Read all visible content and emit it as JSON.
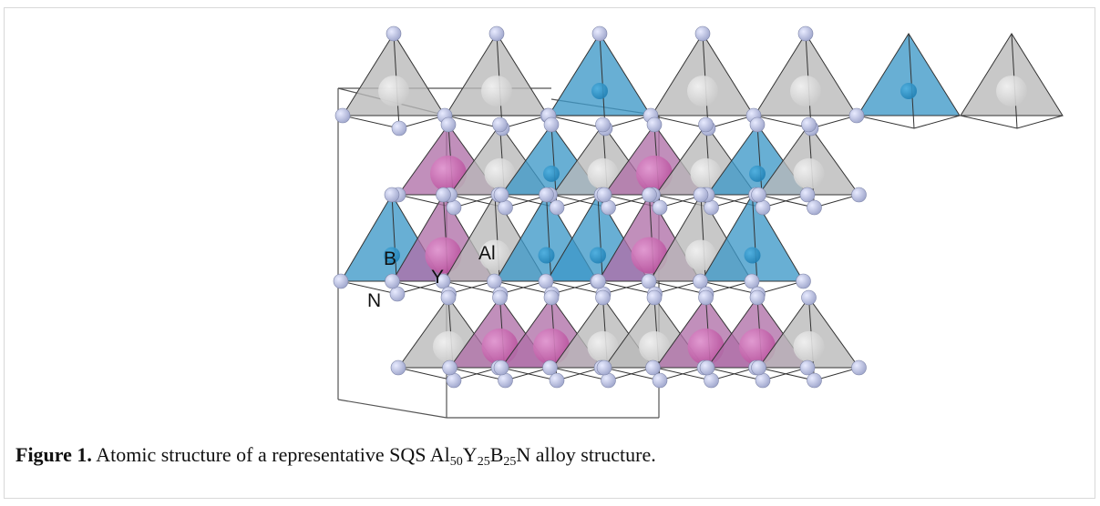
{
  "figure": {
    "caption": {
      "label": "Figure 1.",
      "text_before": "Atomic structure of a representative SQS Al",
      "al_sub": "50",
      "y_sym": "Y",
      "y_sub": "25",
      "b_sym": "B",
      "b_sub": "25",
      "text_after": "N alloy structure."
    },
    "labels": {
      "boron": "B",
      "yttrium": "Y",
      "aluminum": "Al",
      "nitrogen": "N"
    },
    "colors": {
      "al_tetra": "#b9b9b9",
      "y_tetra": "#b06fa8",
      "b_tetra": "#3d98c8",
      "n_atom": "#9fa6cc",
      "al_atom": "#c9c9c9",
      "y_atom": "#b64f9b",
      "b_atom": "#1f7fb3",
      "cell_line": "#555555"
    },
    "layers": [
      [
        "Al",
        "Al",
        "B",
        "Al",
        "Al",
        "B",
        "Al"
      ],
      [
        "Y",
        "Al",
        "B",
        "Al",
        "Y",
        "Al",
        "B",
        "Al"
      ],
      [
        "B",
        "Y",
        "Al",
        "B",
        "B",
        "Y",
        "Al",
        "B"
      ],
      [
        "Al",
        "Y",
        "Y",
        "Al",
        "Al",
        "Y",
        "Y",
        "Al"
      ]
    ]
  }
}
